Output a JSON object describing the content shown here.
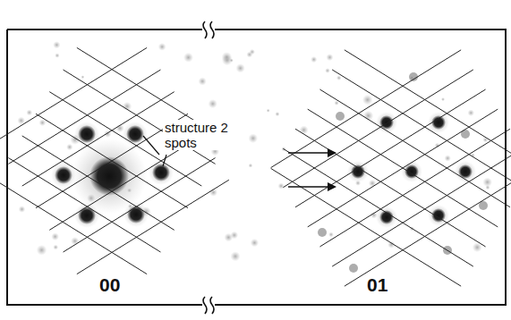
{
  "diagram": {
    "labels": [
      "structure 2 spots",
      "00",
      "01"
    ]
  }
}
